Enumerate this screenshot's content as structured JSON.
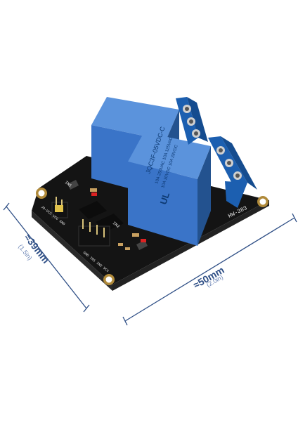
{
  "dimensions": {
    "height_label": "≈39mm",
    "height_sub": "(1.5in)",
    "width_label": "≈50mm",
    "width_sub": "(2.0in)"
  },
  "board": {
    "model": "HW-383",
    "relay_model": "JQC3F-05VDC-C",
    "relay_ratings": [
      "10A 250VAC 10A 125VAC",
      "10A 30VDC 10A 28VDC"
    ],
    "relay_brand": "UL",
    "header_left": "JD-VCC VCC GND",
    "header_right": "GND IN1 IN2 VCC",
    "silk_in1": "IN1",
    "silk_in2": "IN2"
  },
  "colors": {
    "pcb": "#141414",
    "relay": "#3a74c8",
    "relay_dark": "#23528f",
    "terminal": "#1c5fb0",
    "dimension": "#2f4f86"
  }
}
